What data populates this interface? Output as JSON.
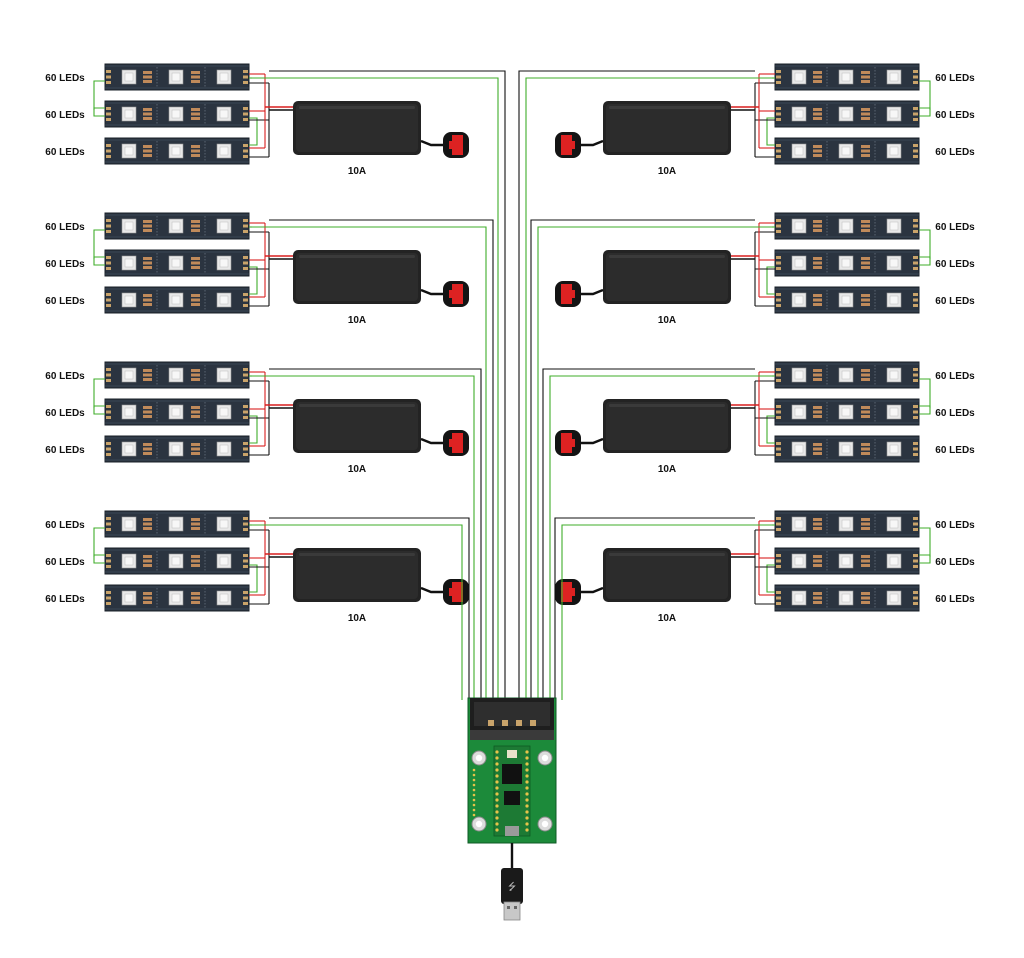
{
  "colors": {
    "data_wire": "#3fae2a",
    "power_wire": "#d81f1f",
    "ground_wire": "#111111",
    "strip_pcb": "#2b3440",
    "pcb_green": "#1c8a3a",
    "psu_body": "#232323"
  },
  "strip_label": "60 LEDs",
  "psu_label": "10A",
  "groups": [
    {
      "side": "left",
      "strips": [
        "60 LEDs",
        "60 LEDs",
        "60 LEDs"
      ],
      "psu": "10A"
    },
    {
      "side": "left",
      "strips": [
        "60 LEDs",
        "60 LEDs",
        "60 LEDs"
      ],
      "psu": "10A"
    },
    {
      "side": "left",
      "strips": [
        "60 LEDs",
        "60 LEDs",
        "60 LEDs"
      ],
      "psu": "10A"
    },
    {
      "side": "left",
      "strips": [
        "60 LEDs",
        "60 LEDs",
        "60 LEDs"
      ],
      "psu": "10A"
    },
    {
      "side": "right",
      "strips": [
        "60 LEDs",
        "60 LEDs",
        "60 LEDs"
      ],
      "psu": "10A"
    },
    {
      "side": "right",
      "strips": [
        "60 LEDs",
        "60 LEDs",
        "60 LEDs"
      ],
      "psu": "10A"
    },
    {
      "side": "right",
      "strips": [
        "60 LEDs",
        "60 LEDs",
        "60 LEDs"
      ],
      "psu": "10A"
    },
    {
      "side": "right",
      "strips": [
        "60 LEDs",
        "60 LEDs",
        "60 LEDs"
      ],
      "psu": "10A"
    }
  ],
  "controller": {
    "icon": "teensy-octows2811-board-icon"
  },
  "usb": {
    "icon": "usb-plug-icon"
  }
}
